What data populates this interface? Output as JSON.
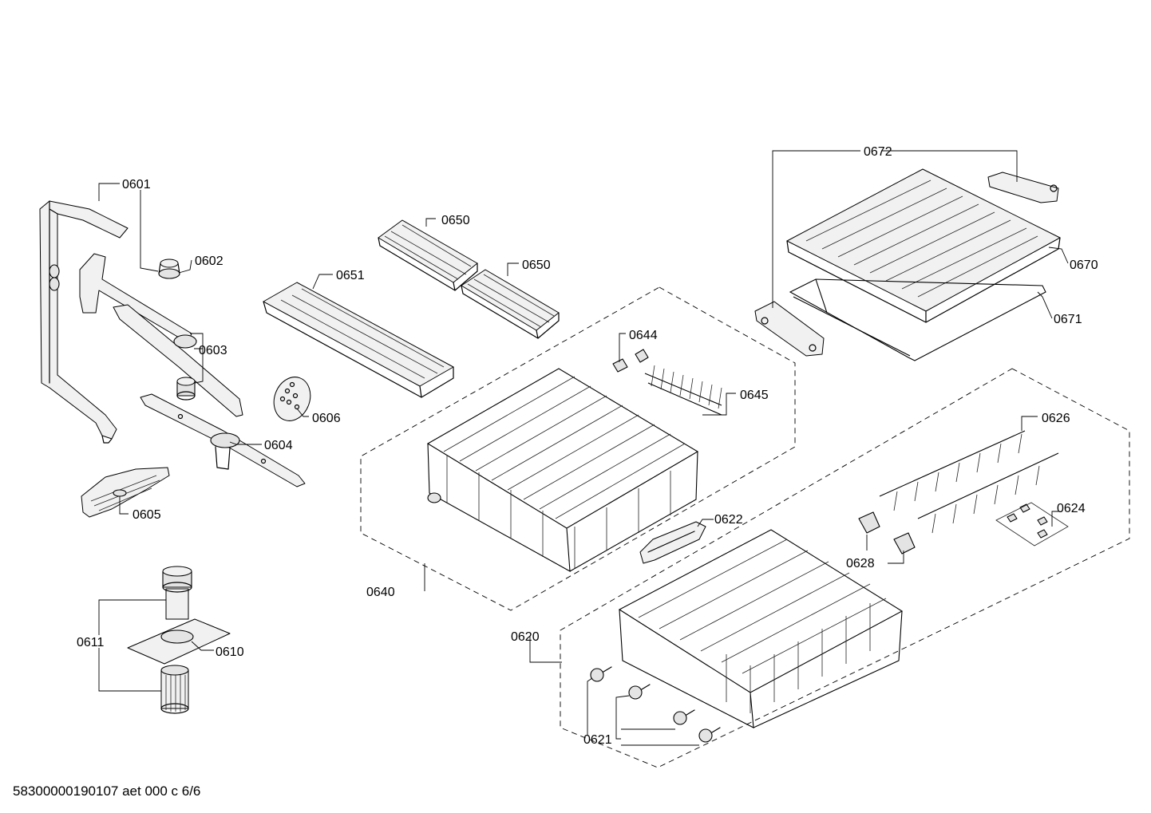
{
  "callouts": {
    "c0601": "0601",
    "c0602": "0602",
    "c0603": "0603",
    "c0604": "0604",
    "c0605": "0605",
    "c0606": "0606",
    "c0610": "0610",
    "c0611": "0611",
    "c0620": "0620",
    "c0621": "0621",
    "c0622": "0622",
    "c0624": "0624",
    "c0626": "0626",
    "c0628": "0628",
    "c0640": "0640",
    "c0644": "0644",
    "c0645": "0645",
    "c0650a": "0650",
    "c0650b": "0650",
    "c0651": "0651",
    "c0670": "0670",
    "c0671": "0671",
    "c0672": "0672"
  },
  "footer": {
    "document_code": "58300000190107 aet 000 c 6/6"
  }
}
